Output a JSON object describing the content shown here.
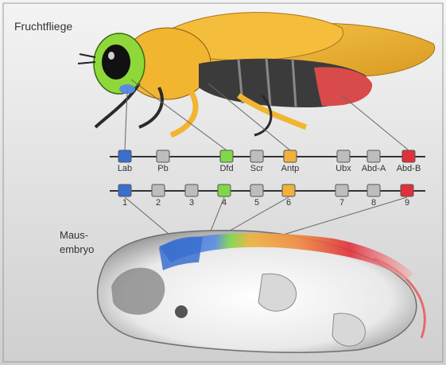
{
  "fly_label": "Fruchtfliege",
  "mouse_label_line1": "Maus-",
  "mouse_label_line2": "embryo",
  "colors": {
    "blue": "#3a6fcf",
    "green": "#7fd84a",
    "orange": "#f0b23c",
    "red": "#e0303a",
    "grey": "#bdbdbd",
    "fly_body": "#f2b530",
    "fly_abdomen": "#d94a4a",
    "fly_eye": "#8fd83a"
  },
  "fly_genes": [
    {
      "label": "Lab",
      "color": "blue"
    },
    {
      "label": "Pb",
      "color": "grey"
    },
    {
      "label": "Dfd",
      "color": "green"
    },
    {
      "label": "Scr",
      "color": "grey"
    },
    {
      "label": "Antp",
      "color": "orange"
    },
    {
      "label": "Ubx",
      "color": "grey"
    },
    {
      "label": "Abd-A",
      "color": "grey"
    },
    {
      "label": "Abd-B",
      "color": "red"
    }
  ],
  "mouse_genes": [
    {
      "label": "1",
      "color": "blue"
    },
    {
      "label": "2",
      "color": "grey"
    },
    {
      "label": "3",
      "color": "grey"
    },
    {
      "label": "4",
      "color": "green"
    },
    {
      "label": "5",
      "color": "grey"
    },
    {
      "label": "6",
      "color": "orange"
    },
    {
      "label": "7",
      "color": "grey"
    },
    {
      "label": "8",
      "color": "grey"
    },
    {
      "label": "9",
      "color": "red"
    }
  ]
}
